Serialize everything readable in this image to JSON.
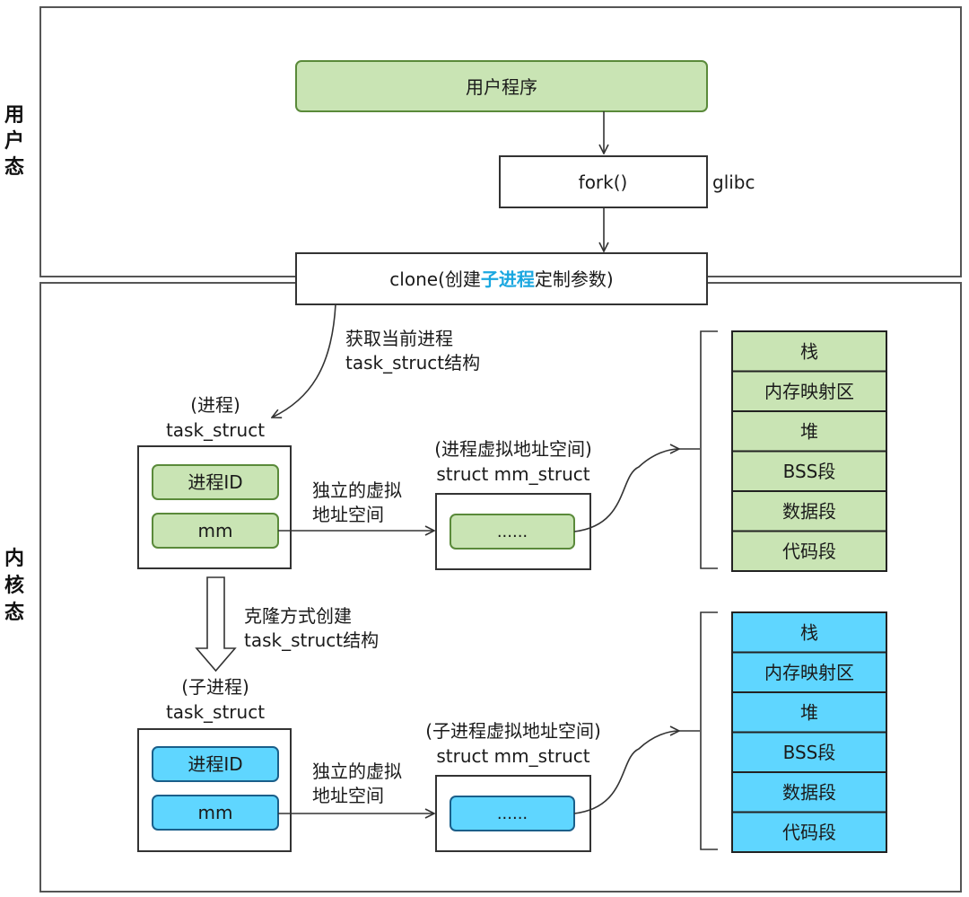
{
  "regions": {
    "user_space": "用户态",
    "kernel_space": "内核态"
  },
  "user_program": "用户程序",
  "fork": "fork()",
  "glibc": "glibc",
  "clone": {
    "prefix": "clone(创建",
    "highlight": "子进程",
    "suffix": "定制参数)"
  },
  "get_current": {
    "line1": "获取当前进程",
    "line2": "task_struct结构"
  },
  "parent": {
    "title_line1": "(进程)",
    "title_line2": "task_struct",
    "pid": "进程ID",
    "mm": "mm",
    "link_line1": "独立的虚拟",
    "link_line2": "地址空间",
    "vm_title_line1": "(进程虚拟地址空间)",
    "vm_title_line2": "struct mm_struct",
    "vm_content": "......",
    "segments": [
      "栈",
      "内存映射区",
      "堆",
      "BSS段",
      "数据段",
      "代码段"
    ]
  },
  "clone_step": {
    "line1": "克隆方式创建",
    "line2": "task_struct结构"
  },
  "child": {
    "title_line1": "(子进程)",
    "title_line2": "task_struct",
    "pid": "进程ID",
    "mm": "mm",
    "link_line1": "独立的虚拟",
    "link_line2": "地址空间",
    "vm_title_line1": "(子进程虚拟地址空间)",
    "vm_title_line2": "struct mm_struct",
    "vm_content": "......",
    "segments": [
      "栈",
      "内存映射区",
      "堆",
      "BSS段",
      "数据段",
      "代码段"
    ]
  },
  "colors": {
    "green_fill": "#c9e4b4",
    "green_stroke": "#5a8a3a",
    "blue_fill": "#5fd6ff",
    "blue_stroke": "#1a5f8a",
    "highlight": "#1aa7e0"
  }
}
